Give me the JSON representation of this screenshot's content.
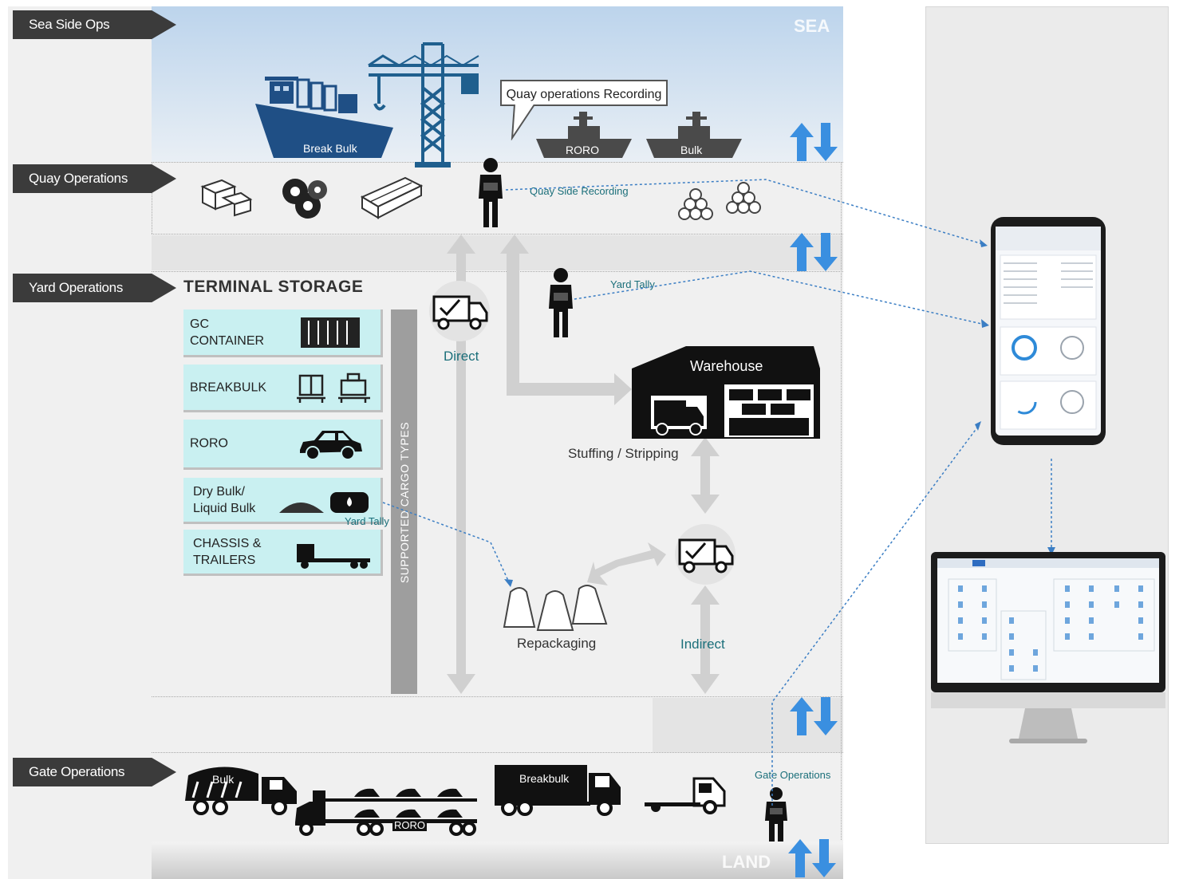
{
  "bands": {
    "sea_side": "Sea Side Ops",
    "quay": "Quay Operations",
    "yard": "Yard Operations",
    "gate": "Gate Operations"
  },
  "corner_words": {
    "sea": "SEA",
    "land": "LAND"
  },
  "sea": {
    "ship_label": "Break Bulk",
    "roro_label": "RORO",
    "bulk_label": "Bulk",
    "callout": "Quay operations Recording"
  },
  "quay": {
    "recording_label": "Quay Side  Recording"
  },
  "yard": {
    "terminal_storage": "TERMINAL STORAGE",
    "cargo_types": [
      "GC\nCONTAINER",
      "BREAKBULK",
      "RORO",
      "Dry Bulk/\nLiquid Bulk",
      "CHASSIS &\nTRAILERS"
    ],
    "supported_cargo_types": "SUPPORTED CARGO TYPES",
    "yard_tally_upper": "Yard Tally",
    "yard_tally_lower": "Yard Tally",
    "direct": "Direct",
    "indirect": "Indirect",
    "warehouse": "Warehouse",
    "stuffing": "Stuffing / Stripping",
    "repackaging": "Repackaging"
  },
  "gate": {
    "bulk_truck": "Bulk",
    "roro_truck": "RORO",
    "breakbulk_truck": "Breakbulk",
    "gate_ops_label": "Gate Operations"
  },
  "colors": {
    "band_label_bg": "#3b3b3b",
    "cargo_card_bg": "#c9f0f1",
    "arrow_blue": "#3a8fe0",
    "dotted_link": "#3b7ec4",
    "teal_text": "#1b6f7a"
  }
}
